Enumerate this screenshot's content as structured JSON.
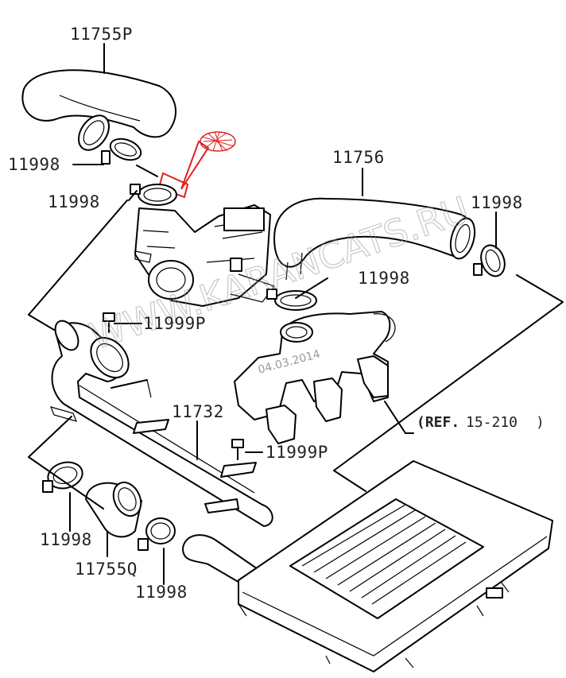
{
  "labels": {
    "hose_upper": "11755P",
    "clamp_top_left": "11998",
    "clamp_mid_left": "11998",
    "hose_right": "11756",
    "clamp_right_top": "11998",
    "clamp_right_mid": "11998",
    "bolt_upper": "11999P",
    "pipe": "11732",
    "bolt_lower": "11999P",
    "clamp_bottom_left": "11998",
    "hose_lower": "11755Q",
    "clamp_bottom_mid": "11998"
  },
  "reference": {
    "prefix": "(REF.",
    "number": "15-210",
    "suffix": ")"
  },
  "watermark": {
    "text": "WWW.KARANCATS.RU",
    "date": "04.03.2014"
  },
  "colors": {
    "lines": "#000000",
    "labels": "#222222",
    "marker": "#e02020",
    "watermark": "#9a9a9a",
    "reference_number": "#666666"
  }
}
